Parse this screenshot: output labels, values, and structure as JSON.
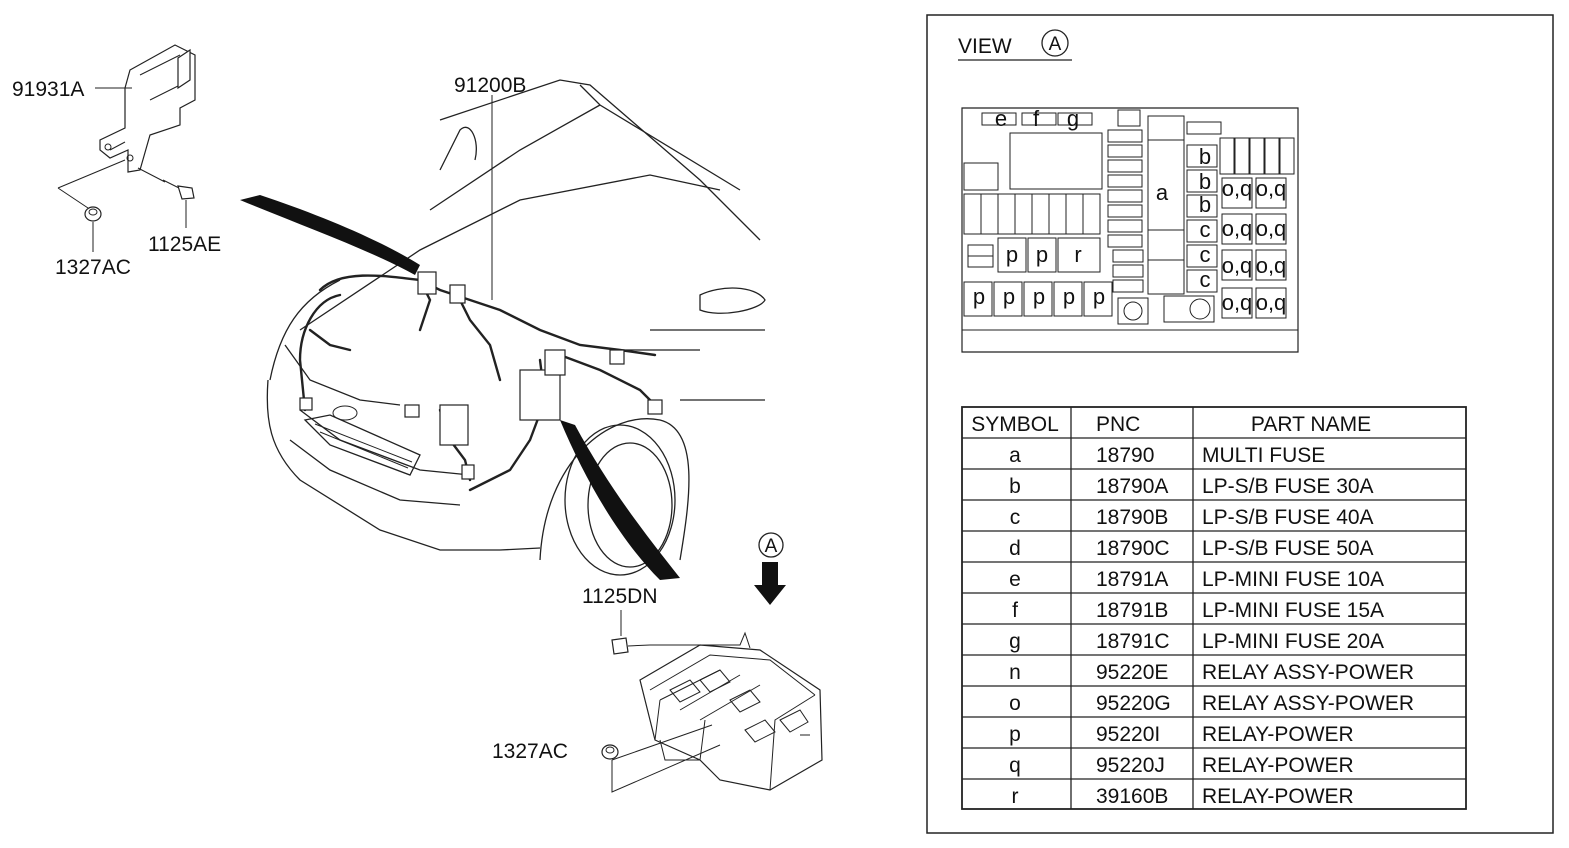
{
  "callouts": {
    "bracket": "91931A",
    "nut_top": "1327AC",
    "bolt_top": "1125AE",
    "harness": "91200B",
    "bolt_bottom": "1125DN",
    "nut_bottom": "1327AC",
    "view_marker": "A"
  },
  "view_panel": {
    "title": "VIEW",
    "marker": "A",
    "fuse_box_labels": {
      "e": "e",
      "f": "f",
      "g": "g",
      "a": "a",
      "b1": "b",
      "b2": "b",
      "b3": "b",
      "c1": "c",
      "c2": "c",
      "c3": "c",
      "oq": [
        "o,q",
        "o,q",
        "o,q",
        "o,q",
        "o,q",
        "o,q",
        "o,q",
        "o,q"
      ],
      "p_row1": [
        "p",
        "p"
      ],
      "r": "r",
      "p_row2": [
        "p",
        "p",
        "p",
        "p",
        "p"
      ]
    }
  },
  "table": {
    "headers": [
      "SYMBOL",
      "PNC",
      "PART NAME"
    ],
    "rows": [
      [
        "a",
        "18790",
        "MULTI FUSE"
      ],
      [
        "b",
        "18790A",
        "LP-S/B FUSE 30A"
      ],
      [
        "c",
        "18790B",
        "LP-S/B FUSE 40A"
      ],
      [
        "d",
        "18790C",
        "LP-S/B FUSE 50A"
      ],
      [
        "e",
        "18791A",
        "LP-MINI FUSE 10A"
      ],
      [
        "f",
        "18791B",
        "LP-MINI FUSE 15A"
      ],
      [
        "g",
        "18791C",
        "LP-MINI FUSE 20A"
      ],
      [
        "n",
        "95220E",
        "RELAY ASSY-POWER"
      ],
      [
        "o",
        "95220G",
        "RELAY ASSY-POWER"
      ],
      [
        "p",
        "95220I",
        "RELAY-POWER"
      ],
      [
        "q",
        "95220J",
        "RELAY-POWER"
      ],
      [
        "r",
        "39160B",
        "RELAY-POWER"
      ]
    ]
  }
}
